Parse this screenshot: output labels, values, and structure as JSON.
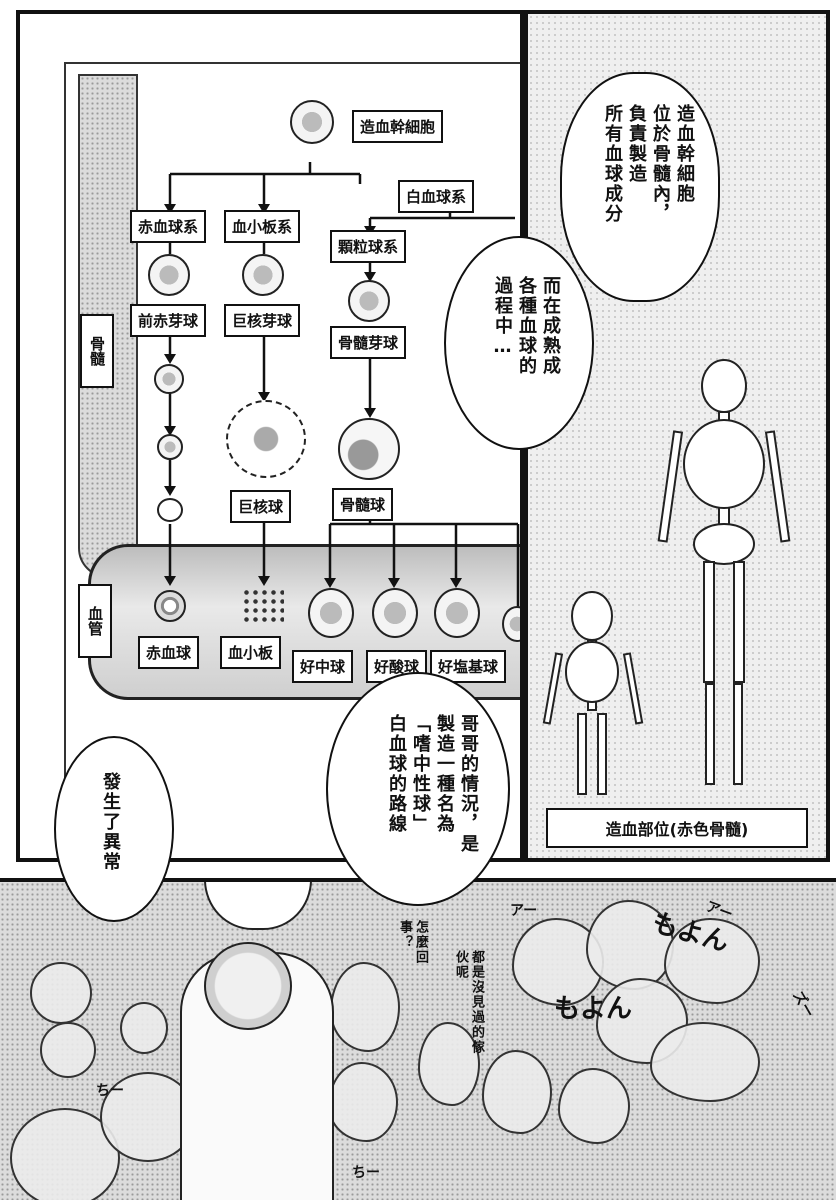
{
  "diagram": {
    "stem_cell": "造血幹細胞",
    "lineages": {
      "wbc": "白血球系",
      "rbc": "赤血球系",
      "plt": "血小板系",
      "gran": "顆粒球系"
    },
    "stages": {
      "proerythroblast": "前赤芽球",
      "megakaryoblast": "巨核芽球",
      "myeloblast": "骨髓芽球",
      "megakaryocyte": "巨核球",
      "myelocyte": "骨髓球"
    },
    "bone_marrow": "骨髓",
    "blood_vessel": "血管",
    "mature": {
      "rbc": "赤血球",
      "plt": "血小板",
      "neutrophil": "好中球",
      "eosinophil": "好酸球",
      "basophil": "好塩基球"
    }
  },
  "skeleton_caption": "造血部位(赤色骨髓)",
  "speech": {
    "b1": "造血幹細胞位於骨髓內，負責製造所有血球成分",
    "b2": "而在成熟成各種血球的過程中…",
    "b3": "哥哥的情況，是製造一種名為「嗜中性球」白血球的路線",
    "b4": "發生了異常"
  },
  "bubble_lines": {
    "b1": [
      "造血幹細胞",
      "位於骨髓內，",
      "負責製造",
      "所有血球成分"
    ],
    "b2": [
      "而在成熟成",
      "各種血球的",
      "過程中…"
    ],
    "b3": [
      "哥哥的情況，是",
      "製造一種名為",
      "「嗜中性球」",
      "白血球的路線"
    ],
    "b4": [
      "發生了異常"
    ]
  },
  "sfx": {
    "mo1": "もよん",
    "mo2": "もよん",
    "a1": "アー",
    "a2": "アー",
    "a3": "ズー",
    "chi1": "ちー",
    "chi2": "ちー"
  },
  "whispers": {
    "w1": "怎麼回事？",
    "w2": "都是沒見過的傢伙呢"
  }
}
